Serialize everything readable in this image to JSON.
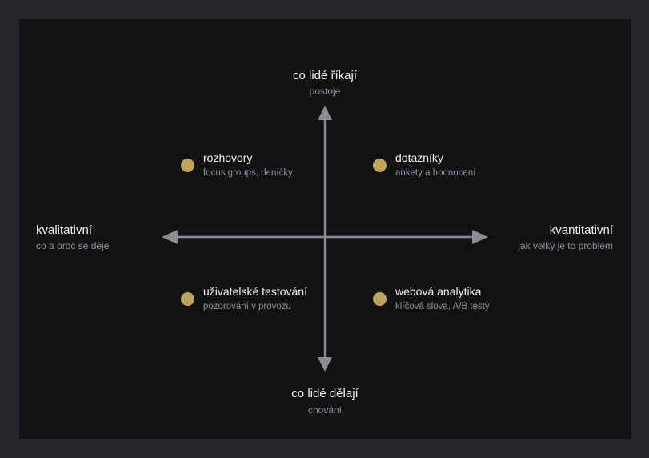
{
  "axes": {
    "top": {
      "title": "co lidé říkají",
      "subtitle": "postoje"
    },
    "bottom": {
      "title": "co lidé dělají",
      "subtitle": "chování"
    },
    "left": {
      "title": "kvalitativní",
      "subtitle": "co a proč se děje"
    },
    "right": {
      "title": "kvantitativní",
      "subtitle": "jak velký je to problém"
    }
  },
  "items": [
    {
      "title": "rozhovory",
      "subtitle": "focus groups, deníčky"
    },
    {
      "title": "dotazníky",
      "subtitle": "ankety a hodnocení"
    },
    {
      "title": "uživatelské testování",
      "subtitle": "pozorování v provozu"
    },
    {
      "title": "webová analytika",
      "subtitle": "klíčová slova, A/B testy"
    }
  ],
  "colors": {
    "page_background": "#26272b",
    "panel_background": "#111214",
    "axis": "#8b8d92",
    "dot": "#bfa45e",
    "title_text": "#f2f2f2",
    "subtitle_text": "#8e9095"
  }
}
